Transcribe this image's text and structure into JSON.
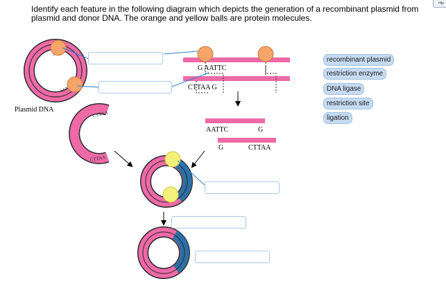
{
  "question": "Identify each feature in the following diagram which depicts the generation of a recombinant plasmid from plasmid and donor DNA.  The orange and yellow balls are protein molecules.",
  "corner_tab": "Hlp",
  "diagram": {
    "plasmid_label": "Plasmid DNA",
    "donor_top_strand": "G AATTC",
    "donor_bottom_strand": "CTTAA G",
    "fragment_top_left": "AATTC",
    "fragment_top_right": "G",
    "fragment_bottom_left": "G",
    "fragment_bottom_right": "CTTAA",
    "open_plasmid_top": "CTTAA",
    "open_plasmid_bottom": "CTTAA"
  },
  "answer_choices": [
    "recombinant plasmid",
    "restriction enzyme",
    "DNA ligase",
    "restriction site",
    "ligation"
  ],
  "colors": {
    "pink": "#ee6aa7",
    "blue": "#2c6fa6",
    "orange": "#f5a56a",
    "yellow": "#f4f17a",
    "line": "#2a7fcf"
  }
}
